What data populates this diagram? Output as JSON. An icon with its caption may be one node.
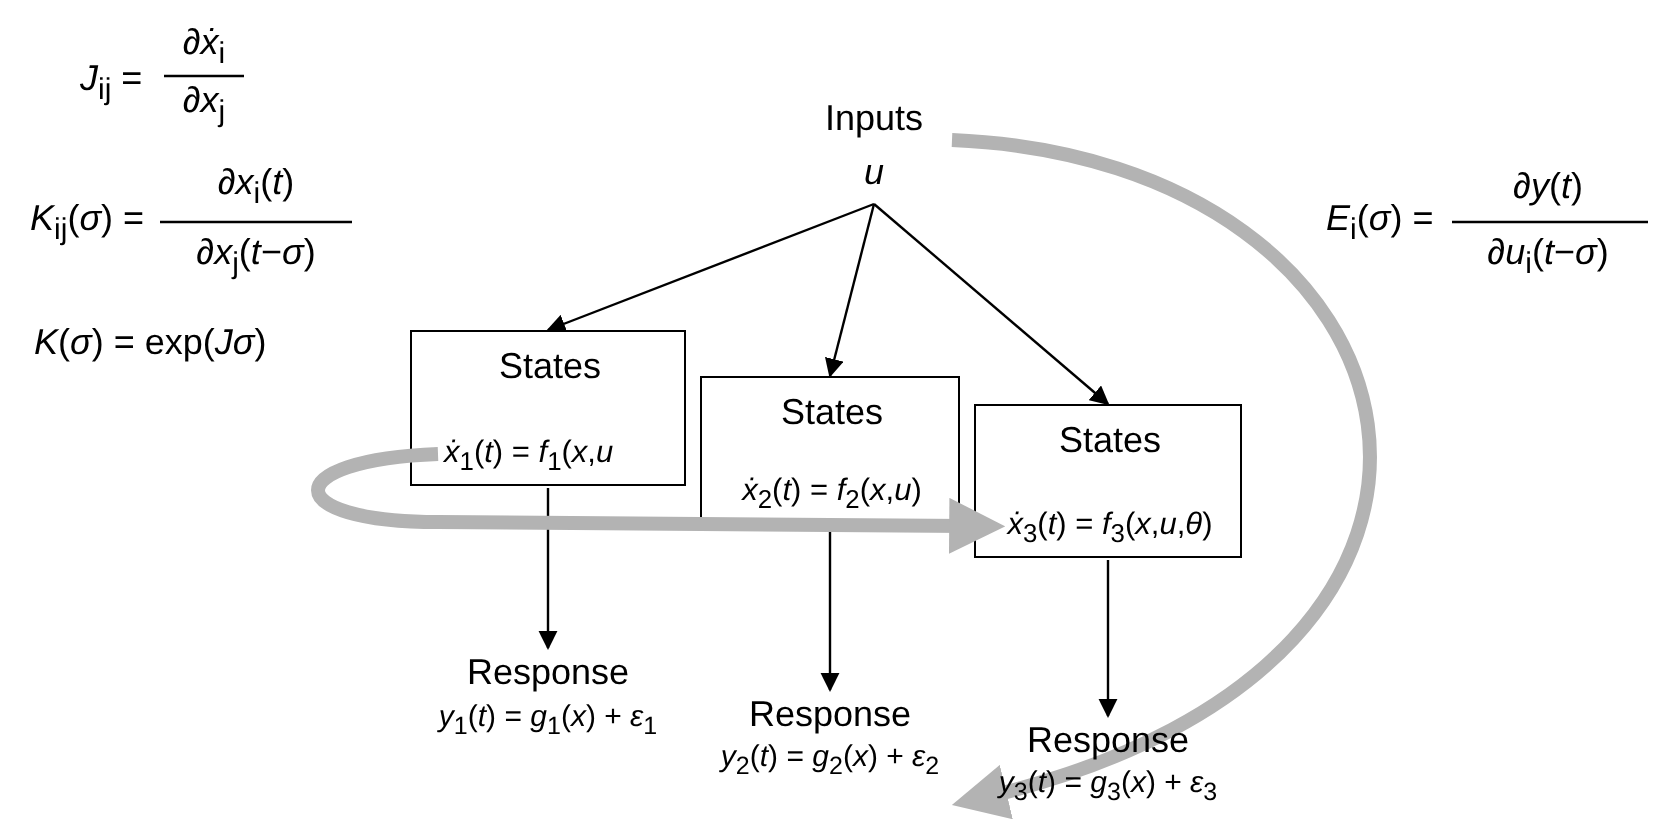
{
  "diagram": {
    "nodes": [
      {
        "text": [
          "Inputs",
          "u"
        ]
      },
      {
        "text": [
          "States",
          "*ẋ*$_{1}$(*t*) = *f*$_{1}$(*x*,*u*"
        ]
      },
      {
        "text": [
          "States",
          "*ẋ*$_{2}$(*t*) = *f*$_{2}$(*x*,*u*)"
        ]
      },
      {
        "text": [
          "States",
          "*ẋ*$_{3}$(*t*) = *f*$_{3}$(*x*,*u*,*θ*)"
        ]
      },
      {
        "text": [
          "Response",
          "*y*$_{1}$(*t*) = *g*$_{1}$(*x*) + *ε*$_{1}$"
        ]
      },
      {
        "text": [
          "Response",
          "*y*$_{2}$(*t*) = *g*$_{2}$(*x*) + *ε*$_{2}$"
        ]
      },
      {
        "text": [
          "Response",
          "*y*$_{3}$(*t*) = *g*$_{3}$(*x*) + *ε*$_{3}$"
        ]
      }
    ],
    "edges": [
      {
        "from": 0,
        "to": 1,
        "arrow": "to"
      },
      {
        "from": 0,
        "to": 2,
        "arrow": "to"
      },
      {
        "from": 0,
        "to": 3,
        "arrow": "to"
      },
      {
        "from": 1,
        "to": 4,
        "arrow": "to"
      },
      {
        "from": 2,
        "to": 5,
        "arrow": "to"
      },
      {
        "from": 3,
        "to": 6,
        "arrow": "to"
      },
      {
        "from": 1,
        "to": 3,
        "arrow": "to",
        "style": "thick",
        "color": "#b3b3b3"
      },
      {
        "from": 0,
        "to": 6,
        "arrow": "to",
        "style": "thick",
        "color": "#b3b3b3"
      }
    ],
    "labels": [
      "*J*$_{ij}$ =",
      "∂*ẋ*$_{i}$",
      "∂*x*$_{j}$",
      "*K*$_{ij}$(*σ*) =",
      "∂*x*$_{i}$(*t*)",
      "∂*x*$_{j}$(*t*−*σ*)",
      "*K*(*σ*) = exp(*Jσ*)",
      "*E*$_{i}$(*σ*) =",
      "∂*y*(*t*)",
      "∂*u*$_{i}$(*t*−*σ*)"
    ]
  }
}
